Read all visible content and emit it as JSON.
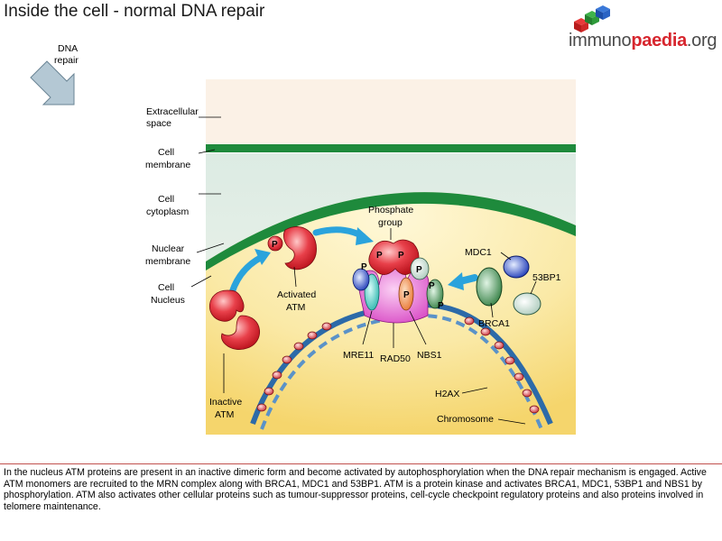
{
  "title": "Inside the cell - normal DNA repair",
  "logo": {
    "part1": "immuno",
    "part2": "paedia",
    "part3": ".org",
    "icon": "colored-cubes-icon"
  },
  "labels": {
    "dna_repair_1": "DNA",
    "dna_repair_2": "repair",
    "extracellular_1": "Extracellular",
    "extracellular_2": "space",
    "cell_membrane_1": "Cell",
    "cell_membrane_2": "membrane",
    "cytoplasm_1": "Cell",
    "cytoplasm_2": "cytoplasm",
    "nuclear_membrane_1": "Nuclear",
    "nuclear_membrane_2": "membrane",
    "nucleus_1": "Cell",
    "nucleus_2": "Nucleus",
    "inactive_atm_1": "Inactive",
    "inactive_atm_2": "ATM",
    "activated_atm_1": "Activated",
    "activated_atm_2": "ATM",
    "phosphate_1": "Phosphate",
    "phosphate_2": "group",
    "mre11": "MRE11",
    "rad50": "RAD50",
    "nbs1": "NBS1",
    "mdc1": "MDC1",
    "bp53": "53BP1",
    "brca1": "BRCA1",
    "h2ax": "H2AX",
    "chromosome": "Chromosome",
    "phosphate_symbol": "P"
  },
  "colors": {
    "membrane_green": "#1e8a3c",
    "atm_red": "#d8202a",
    "rad50_pink": "#e05ad2",
    "mre11_cyan": "#3cc8c0",
    "mdc1_blue": "#1a3ec8",
    "brca1_green": "#2c7a3c",
    "nbs1_orange": "#e8702a",
    "arrow_blue": "#2aa3dc",
    "chromosome_blue": "#2c6aa8",
    "nucleus_yellow": "#f7d978",
    "extracellular": "#fbf1e6",
    "caption_rule": "#c0504d"
  },
  "caption": "In the nucleus ATM proteins are present in an inactive dimeric form and become activated by autophosphorylation when the DNA repair mechanism is engaged. Active ATM monomers are recruited to the MRN complex along with BRCA1, MDC1 and 53BP1.  ATM is a protein kinase and activates BRCA1, MDC1, 53BP1 and NBS1 by phosphorylation. ATM also activates other cellular proteins such as tumour-suppressor proteins, cell-cycle checkpoint regulatory proteins and also proteins involved in telomere maintenance."
}
